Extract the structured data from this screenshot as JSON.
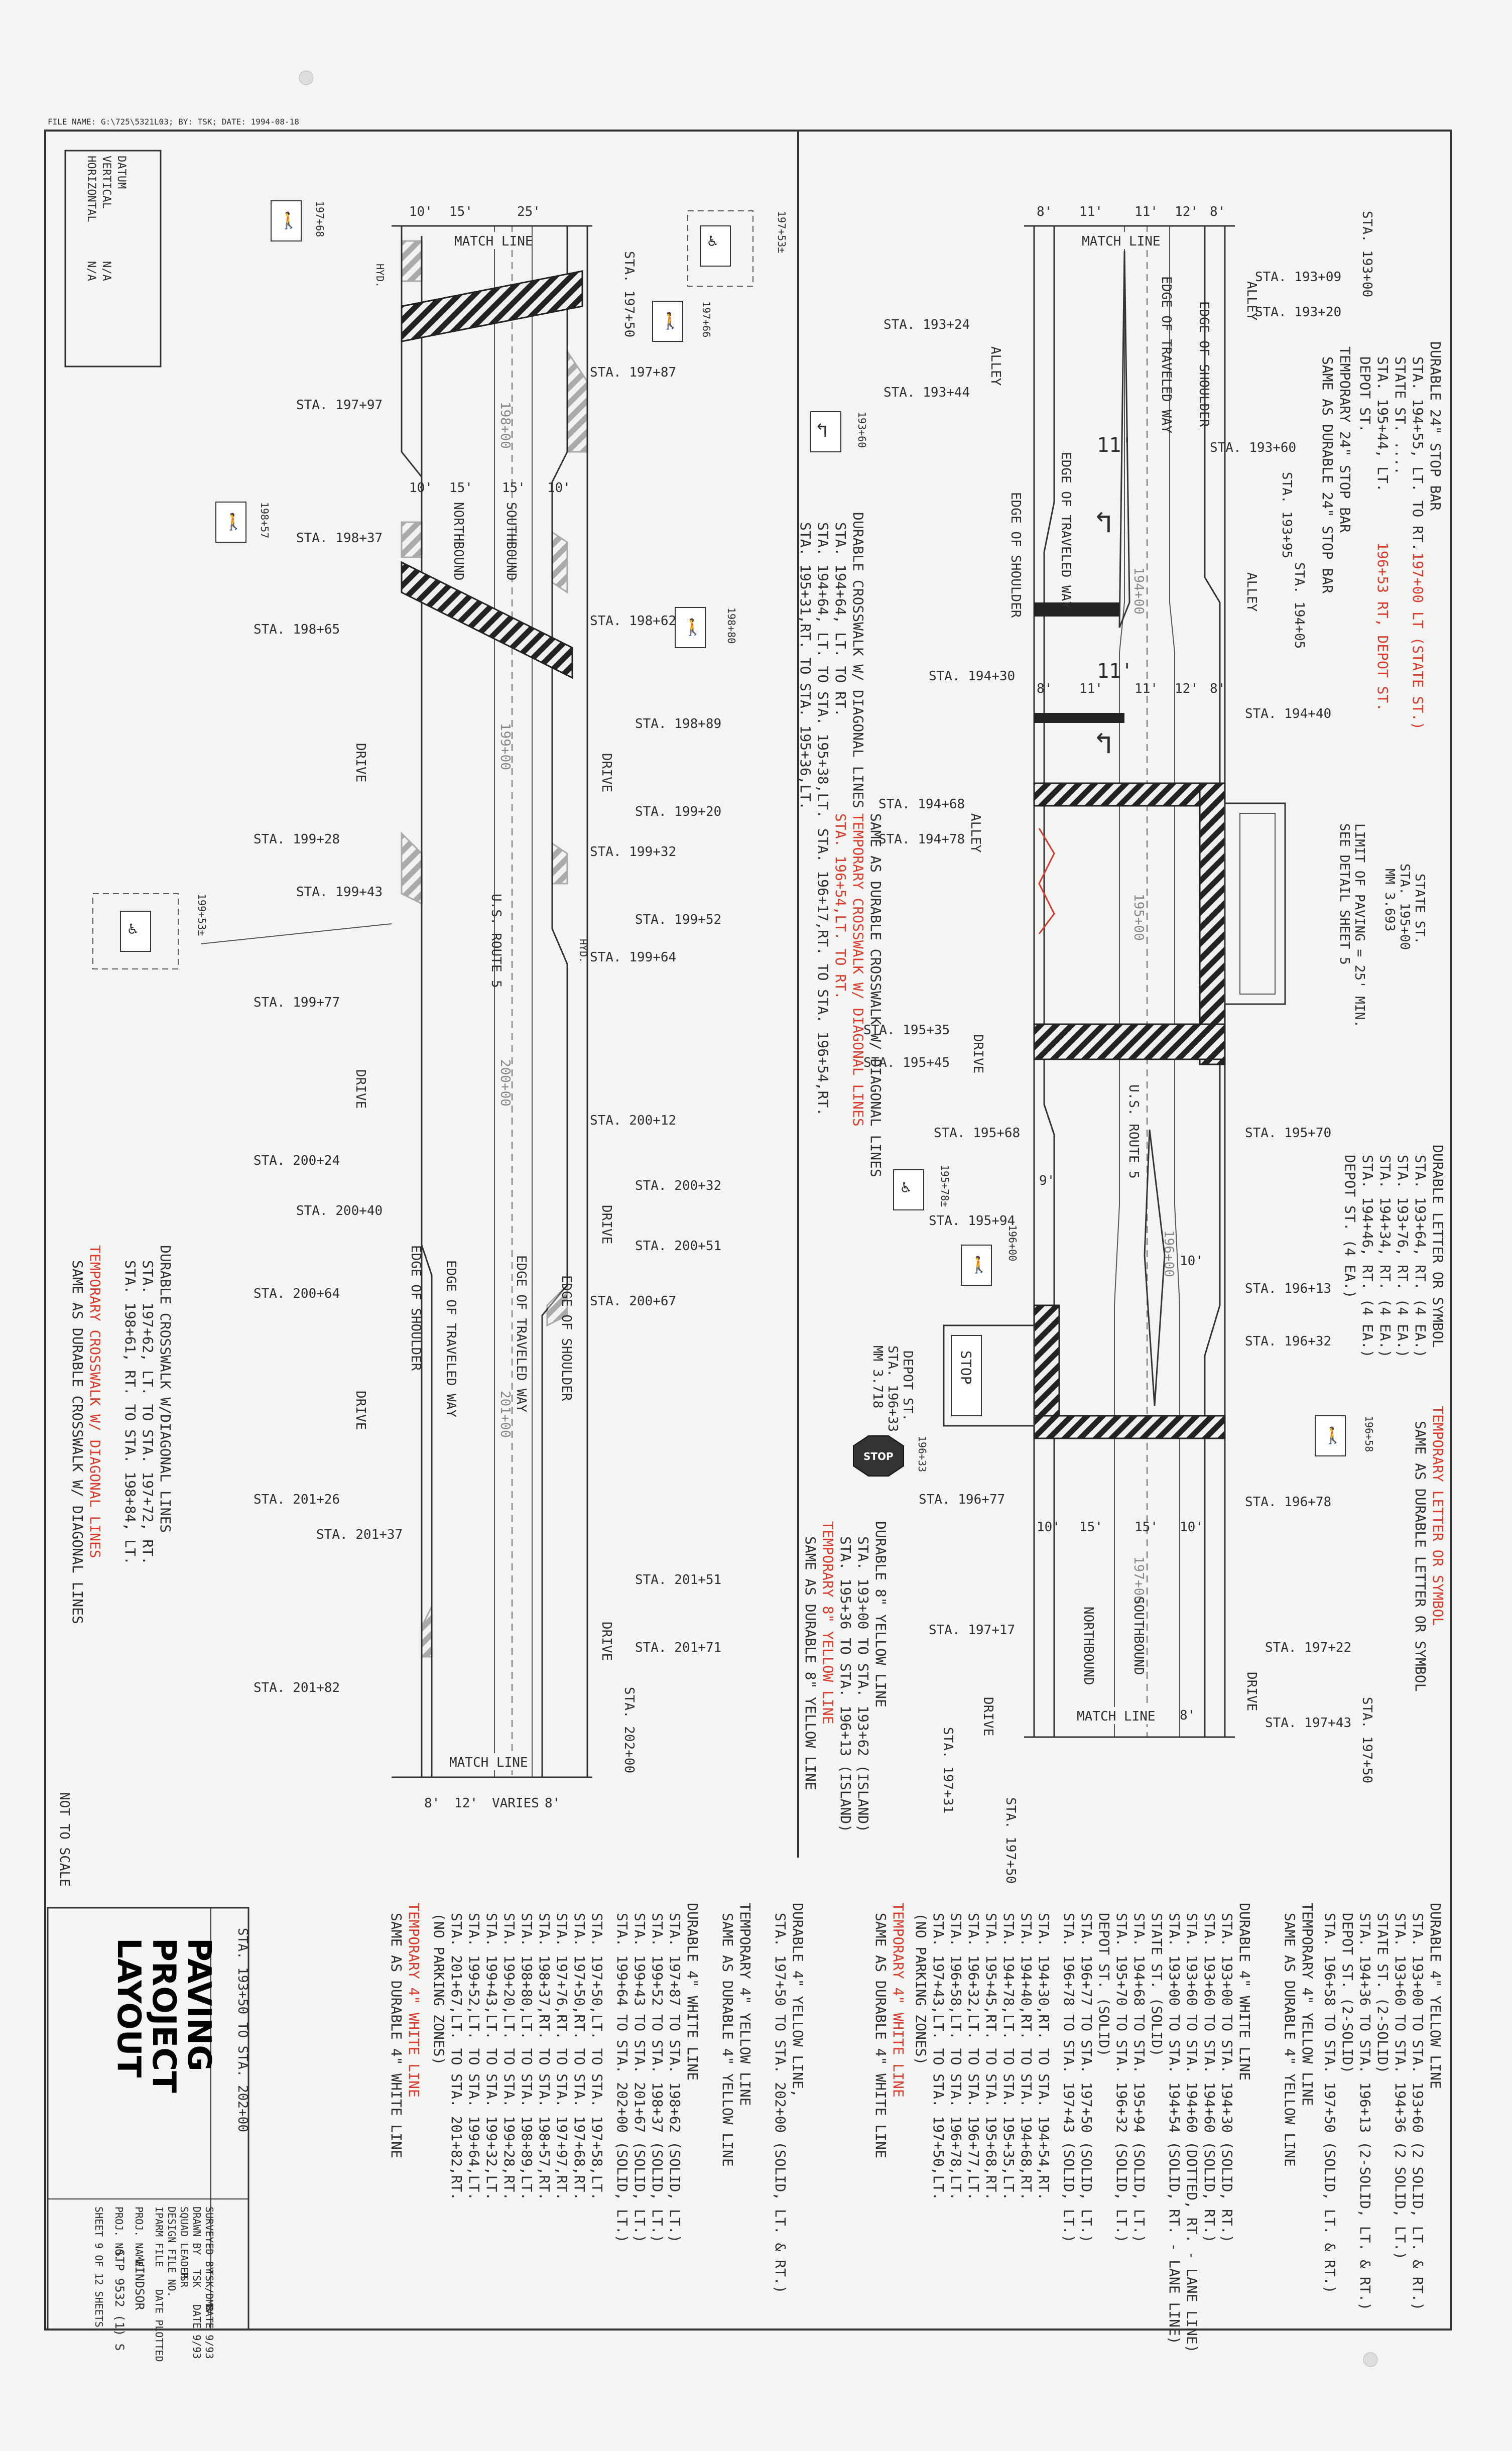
{
  "sheet": {
    "file_line": "FILE NAME: G:\\725\\5321L03; BY: TSK; DATE: 1994-08-18",
    "not_to_scale": "NOT TO SCALE",
    "datum": {
      "label": "DATUM",
      "vertical": "VERTICAL",
      "horizontal": "HORIZONTAL",
      "vertical_value": "N/A",
      "horizontal_value": "N/A"
    }
  },
  "title_block": {
    "title_lines": [
      "PAVING",
      "PROJECT",
      "LAYOUT"
    ],
    "sta_range": "STA. 193+50 TO STA. 202+00",
    "rows": [
      {
        "label": "SURVEYED BY",
        "value": "TSK/DMB",
        "extra": "DATE 9/93"
      },
      {
        "label": "DRAWN BY",
        "value": "TSK",
        "extra": "DATE 9/93"
      },
      {
        "label": "SQUAD LEADER",
        "value": "JSR",
        "extra": ""
      },
      {
        "label": "DESIGN FILE NO.",
        "value": "",
        "extra": ""
      },
      {
        "label": "IPARM FILE",
        "value": "",
        "extra": "DATE PLOTTED"
      }
    ],
    "proj_name_label": "PROJ. NAME",
    "proj_name": "WINDSOR",
    "proj_no_label": "PROJ. NO.",
    "proj_no": "STP 9532 (1) S",
    "sheet_label": "SHEET 9 OF 12 SHEETS"
  },
  "upper_plan": {
    "stations_left": [
      "STA. 193+24",
      "STA. 193+44",
      "STA. 194+30",
      "STA. 194+68",
      "STA. 194+78",
      "STA. 195+35",
      "STA. 195+45",
      "STA. 195+68",
      "STA. 195+94",
      "STA. 196+77",
      "STA. 197+17",
      "STA. 197+31",
      "STA. 197+50"
    ],
    "stations_right": [
      "STA. 193+09",
      "STA. 193+20",
      "STA. 193+60",
      "STA. 193+95",
      "STA. 194+05",
      "STA. 194+40",
      "STA. 195+70",
      "STA. 196+13",
      "STA. 196+32",
      "STA. 196+78",
      "STA. 197+22",
      "STA. 197+43"
    ],
    "end_stations": [
      "STA. 193+00",
      "STA. 197+50"
    ],
    "road_labels": [
      "EDGE OF TRAVELED WAY",
      "EDGE OF SHOULDER",
      "EDGE OF TRAVELED WAY",
      "EDGE OF SHOULDER",
      "U.S. ROUTE 5",
      "NORTHBOUND",
      "SOUTHBOUND",
      "ALLEY",
      "ALLEY",
      "ALLEY",
      "DRIVE",
      "DRIVE",
      "DRIVE"
    ],
    "match_line": "MATCH LINE",
    "stationing": [
      "194+00",
      "195+00",
      "196+00",
      "197+00"
    ],
    "dims_top": [
      "8'",
      "11'",
      "11'",
      "12'",
      "8'"
    ],
    "dims_bottom": [
      "10'",
      "15'",
      "15'",
      "10'"
    ],
    "dims_mid": [
      "8'",
      "11'",
      "11'",
      "12'",
      "8'",
      "9'",
      "10'",
      "8'"
    ],
    "state_st": [
      "STATE ST.",
      "STA. 195+00",
      "MM 3.693"
    ],
    "depot_st": [
      "DEPOT ST.",
      "STA. 196+33",
      "MM 3.718"
    ],
    "limit_paving": [
      "LIMIT OF PAVING = 25' MIN.",
      "SEE DETAIL SHEET 5"
    ],
    "sign_stations": [
      "193+60",
      "195+78±",
      "196+00",
      "196+33",
      "196+58"
    ],
    "notes": {
      "stop_bar": [
        "DURABLE 24\" STOP BAR",
        "STA. 194+55, LT. TO RT.",
        "STATE ST. ....",
        "STA. 195+44, LT.",
        "DEPOT ST."
      ],
      "stop_bar_red": [
        "197+00 LT (STATE ST.)",
        "196+53 RT, DEPOT ST."
      ],
      "temp_stop_bar": [
        "TEMPORARY 24\" STOP BAR",
        "SAME AS DURABLE 24\" STOP BAR"
      ],
      "crosswalk": [
        "DURABLE CROSSWALK W/ DIAGONAL LINES",
        "STA. 194+64, LT. TO RT.",
        "STA. 194+64, LT. TO STA. 195+38,LT.",
        "STA. 195+31,RT. TO STA. 195+36,LT.",
        "STA. 196+17,RT. TO STA. 196+54,RT.",
        "STA. 196+54,LT. TO RT."
      ],
      "temp_crosswalk": [
        "TEMPORARY CROSSWALK W/ DIAGONAL LINES",
        "SAME AS DURABLE CROSSWALK W/ DIAGONAL LINES"
      ],
      "letter_symbol": [
        "DURABLE LETTER OR SYMBOL",
        "STA. 193+64, RT.   (4 EA.)",
        "STA. 193+76, RT.   (4 EA.)",
        "STA. 194+34, RT.   (4 EA.)",
        "STA. 194+46, RT.   (4 EA.)",
        "DEPOT ST.          (4 EA.)"
      ],
      "temp_letter": [
        "TEMPORARY LETTER OR SYMBOL",
        "SAME AS DURABLE LETTER OR SYMBOL"
      ],
      "yellow8": [
        "DURABLE 8\" YELLOW LINE",
        "STA. 193+00 TO STA. 193+62  (ISLAND)",
        "STA. 195+36 TO STA. 196+13  (ISLAND)"
      ],
      "temp_yellow8": [
        "TEMPORARY 8\" YELLOW LINE",
        "SAME AS DURABLE 8\" YELLOW LINE"
      ]
    }
  },
  "lower_plan": {
    "stations_left": [
      "STA. 197+97",
      "STA. 198+37",
      "STA. 198+65",
      "STA. 199+28",
      "STA. 199+43",
      "STA. 199+77",
      "STA. 200+24",
      "STA. 200+40",
      "STA. 200+64",
      "STA. 201+26",
      "STA. 201+37",
      "STA. 201+82"
    ],
    "stations_right": [
      "STA. 197+87",
      "STA. 198+62",
      "STA. 198+89",
      "STA. 199+20",
      "STA. 199+32",
      "STA. 199+52",
      "STA. 199+64",
      "STA. 200+12",
      "STA. 200+32",
      "STA. 200+51",
      "STA. 200+67",
      "STA. 201+51",
      "STA. 201+71"
    ],
    "end_stations": [
      "STA. 197+50",
      "STA. 202+00"
    ],
    "stationing": [
      "198+00",
      "199+00",
      "200+00",
      "201+00"
    ],
    "road_labels": [
      "NORTHBOUND",
      "SOUTHBOUND",
      "U.S. ROUTE 5",
      "EDGE OF SHOULDER",
      "EDGE OF TRAVELED WAY",
      "EDGE OF TRAVELED WAY",
      "EDGE OF SHOULDER",
      "DRIVE",
      "DRIVE",
      "DRIVE",
      "DRIVE",
      "DRIVE",
      "DRIVE",
      "HYD."
    ],
    "match_line": "MATCH LINE",
    "dims_top": [
      "10'",
      "15'",
      "25'"
    ],
    "dims_mid": [
      "10'",
      "15'",
      "15'",
      "10'"
    ],
    "dims_bottom": [
      "8'",
      "12'",
      "VARIES",
      "8'"
    ],
    "sign_stations": [
      "197+53±",
      "197+66",
      "197+68",
      "198+57",
      "198+80",
      "199+53±"
    ],
    "notes": {
      "crosswalk": [
        "DURABLE CROSSWALK W/DIAGONAL LINES",
        "STA. 197+62, LT. TO STA. 197+72, RT.",
        "STA. 198+61, RT. TO STA. 198+84, LT."
      ],
      "temp_crosswalk": [
        "TEMPORARY CROSSWALK W/ DIAGONAL LINES",
        "SAME AS DURABLE CROSSWALK W/ DIAGONAL LINES"
      ]
    }
  },
  "line_notes": {
    "yellow_right": [
      "DURABLE 4\" YELLOW LINE",
      "STA. 193+00 TO STA. 193+60   (2 SOLID, LT. & RT.)",
      "STA. 193+60 TO STA. 194+36   (2 SOLID, LT.)",
      "STATE ST.                    (2-SOLID)",
      "STA. 194+36 TO STA. 196+13   (2-SOLID, LT. & RT.)",
      "DEPOT ST.                    (2-SOLID)",
      "STA. 196+58 TO STA. 197+50   (SOLID, LT. & RT.)"
    ],
    "temp_yellow_right": [
      "TEMPORARY 4\" YELLOW LINE",
      "SAME AS DURABLE 4\" YELLOW LINE"
    ],
    "white_right": [
      "DURABLE 4\" WHITE LINE",
      "STA. 193+00 TO STA. 194+30   (SOLID, RT.)",
      "STA. 193+60 TO STA. 194+60   (SOLID, RT.)",
      "STA. 193+60 TO STA. 194+60   (DOTTED, RT. - LANE LINE)",
      "STA. 193+00 TO STA. 194+54   (SOLID, RT. - LANE LINE)",
      "STATE ST.                    (SOLID)",
      "STA. 194+68 TO STA. 195+94   (SOLID, LT.)",
      "STA. 195+70 TO STA. 196+32   (SOLID, LT.)",
      "DEPOT ST.                    (SOLID)",
      "STA. 196+77 TO STA. 197+50   (SOLID, LT.)",
      "STA. 196+78 TO STA. 197+43   (SOLID, LT.)"
    ],
    "parking_right": [
      "STA. 194+30,RT. TO STA. 194+54,RT.",
      "STA. 194+40,RT. TO STA. 194+68,RT.",
      "STA. 194+78,LT. TO STA. 195+35,LT.",
      "STA. 195+45,RT. TO STA. 195+68,RT.",
      "STA. 196+32,LT. TO STA. 196+77,LT.",
      "STA. 196+58,LT. TO STA. 196+78,LT.",
      "STA. 197+43,LT. TO STA. 197+50,LT.",
      "(NO PARKING ZONES)"
    ],
    "temp_white_right": [
      "TEMPORARY 4\" WHITE LINE",
      "SAME AS DURABLE 4\" WHITE LINE"
    ],
    "yellow_left": [
      "DURABLE 4\" YELLOW LINE,",
      "STA. 197+50 TO STA. 202+00    (SOLID, LT. & RT.)"
    ],
    "temp_yellow_left": [
      "TEMPORARY 4\" YELLOW LINE",
      "SAME AS DURABLE 4\" YELLOW LINE"
    ],
    "white_left": [
      "DURABLE 4\" WHITE LINE",
      "STA. 197+87 TO STA. 198+62   (SOLID, LT.)",
      "STA. 199+52 TO STA. 198+37   (SOLID, LT.)",
      "STA. 199+43 TO STA. 201+67   (SOLID, LT.)",
      "STA. 199+64 TO STA. 202+00   (SOLID, LT.)"
    ],
    "parking_left": [
      "STA. 197+50,LT. TO STA. 197+58,LT.",
      "STA. 197+50,RT. TO STA. 197+68,RT.",
      "STA. 197+76,RT. TO STA. 197+97,RT.",
      "STA. 198+37,RT. TO STA. 198+57,RT.",
      "STA. 198+80,LT. TO STA. 198+89,LT.",
      "STA. 199+20,LT. TO STA. 199+28,RT.",
      "STA. 199+43,LT. TO STA. 199+32,LT.",
      "STA. 199+52,LT. TO STA. 199+64,LT.",
      "STA. 201+67,LT. TO STA. 201+82,RT.",
      "(NO PARKING ZONES)"
    ],
    "temp_white_left": [
      "TEMPORARY 4\" WHITE LINE",
      "SAME AS DURABLE 4\" WHITE LINE"
    ]
  },
  "colors": {
    "paper": "#f4f4f3",
    "ink": "#2e2e2e",
    "redline": "#d83a2c"
  }
}
